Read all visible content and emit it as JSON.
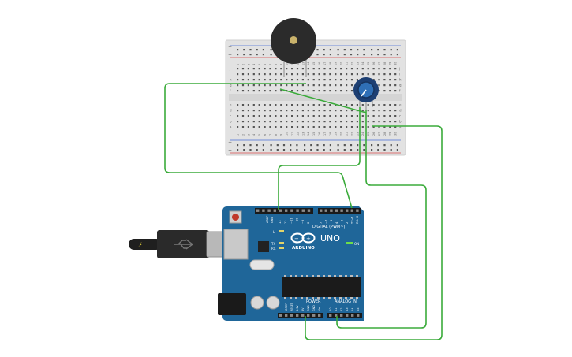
{
  "arduino": {
    "model": "UNO",
    "brand": "ARDUINO",
    "digital_label": "DIGITAL (PWM~)",
    "power_label": "POWER",
    "analog_label": "ANALOG IN",
    "on_label": "ON",
    "l_label": "L",
    "tx_label": "TX",
    "rx_label": "RX",
    "aref_label": "AREF",
    "gnd_label": "GND",
    "digital_pins": [
      "13",
      "12",
      "~11",
      "~10",
      "~9",
      "8",
      "7",
      "~6",
      "~5",
      "4",
      "~3",
      "2",
      "TX→1",
      "RX←0"
    ],
    "power_pins": [
      "IOREF",
      "RESET",
      "3.3V",
      "5V",
      "GND",
      "GND",
      "Vin"
    ],
    "analog_pins": [
      "A0",
      "A1",
      "A2",
      "A3",
      "A4",
      "A5"
    ]
  },
  "breadboard": {
    "column_numbers": [
      "1",
      "2",
      "3",
      "4",
      "5",
      "6",
      "7",
      "8",
      "9",
      "10",
      "11",
      "12",
      "13",
      "14",
      "15",
      "16",
      "17",
      "18",
      "19",
      "20",
      "21",
      "22",
      "23",
      "24",
      "25",
      "26",
      "27",
      "28",
      "29",
      "30"
    ],
    "row_letters_top": [
      "j",
      "i",
      "h",
      "g",
      "f"
    ],
    "row_letters_bottom": [
      "e",
      "d",
      "c",
      "b",
      "a"
    ],
    "rail_plus": "+",
    "rail_minus": "−"
  },
  "buzzer": {
    "plus": "+",
    "minus": "−"
  },
  "colors": {
    "wire": "#3bab3b",
    "board": "#1f6699",
    "breadboard": "#e3e3e3",
    "rail_red": "#d94a4a",
    "rail_blue": "#4a6fd9"
  }
}
